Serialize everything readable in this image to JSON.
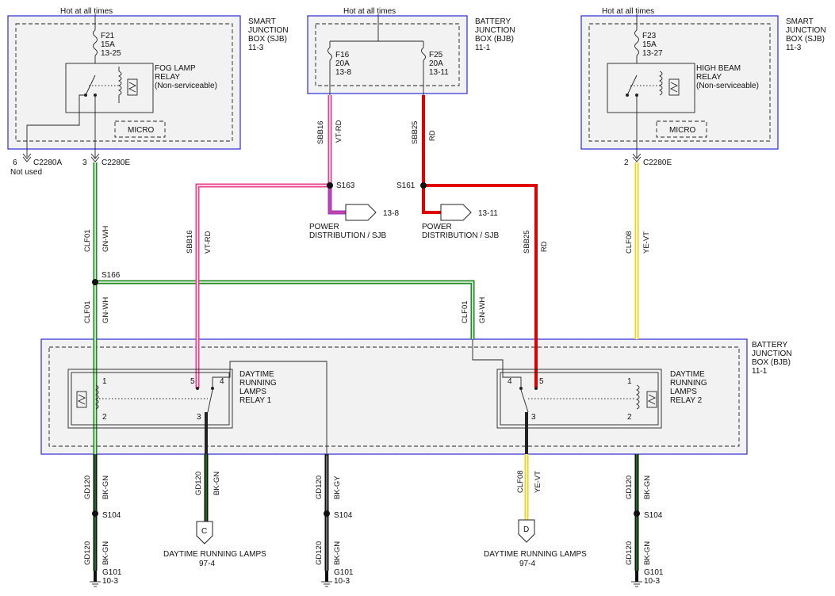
{
  "colors": {
    "green": "#1f8a1f",
    "white": "#ffffff",
    "red": "#e00000",
    "pink": "#e8408a",
    "violet": "#9b3fc4",
    "yellow": "#f2d21b",
    "black": "#111111",
    "gray": "#8a8a8a",
    "box_border": "#2a2ad6"
  },
  "labels": {
    "hot1": "Hot at all times",
    "hot2": "Hot at all times",
    "hot3": "Hot at all times",
    "sjb1": [
      "SMART",
      "JUNCTION",
      "BOX (SJB)",
      "11-3"
    ],
    "sjb2": [
      "SMART",
      "JUNCTION",
      "BOX (SJB)",
      "11-3"
    ],
    "bjb_top": [
      "BATTERY",
      "JUNCTION",
      "BOX (BJB)",
      "11-1"
    ],
    "bjb_main": [
      "BATTERY",
      "JUNCTION",
      "BOX (BJB)",
      "11-1"
    ],
    "f21": [
      "F21",
      "15A",
      "13-25"
    ],
    "f23": [
      "F23",
      "15A",
      "13-27"
    ],
    "f16": [
      "F16",
      "20A",
      "13-8"
    ],
    "f25": [
      "F25",
      "20A",
      "13-11"
    ],
    "fog_relay": [
      "FOG LAMP",
      "RELAY",
      "(Non-serviceable)"
    ],
    "hb_relay": [
      "HIGH BEAM",
      "RELAY",
      "(Non-serviceable)"
    ],
    "micro1": "MICRO",
    "micro2": "MICRO",
    "c2280a_pin": "6",
    "c2280a": "C2280A",
    "not_used": "Not used",
    "c2280e_pin1": "3",
    "c2280e_1": "C2280E",
    "c2280e_pin2": "2",
    "c2280e_2": "C2280E",
    "s163": "S163",
    "s161": "S161",
    "s166": "S166",
    "pd1_ref": "13-8",
    "pd2_ref": "13-11",
    "pd1": "POWER",
    "pd1b": "DISTRIBUTION / SJB",
    "pd2": "POWER",
    "pd2b": "DISTRIBUTION / SJB",
    "w_sbb16_top": "SBB16",
    "w_vtrd_top": "VT-RD",
    "w_sbb25_top": "SBB25",
    "w_rd_top": "RD",
    "w_clf01_a": "CLF01",
    "w_gnwh_a": "GN-WH",
    "w_sbb16_mid": "SBB16",
    "w_vtrd_mid": "VT-RD",
    "w_sbb25_mid": "SBB25",
    "w_rd_mid": "RD",
    "w_clf08_top": "CLF08",
    "w_yevt_top": "YE-VT",
    "w_clf01_b": "CLF01",
    "w_gnwh_b": "GN-WH",
    "w_clf01_c": "CLF01",
    "w_gnwh_c": "GN-WH",
    "drl1": [
      "DAYTIME",
      "RUNNING",
      "LAMPS",
      "RELAY 1"
    ],
    "drl2": [
      "DAYTIME",
      "RUNNING",
      "LAMPS",
      "RELAY 2"
    ],
    "r1_pins": [
      "1",
      "2",
      "5",
      "4",
      "3"
    ],
    "r2_pins": [
      "4",
      "5",
      "3",
      "1",
      "2"
    ],
    "g_gd120_1": "GD120",
    "g_bkgn_1": "BK-GN",
    "g_gd120_2": "GD120",
    "g_bkgn_2": "BK-GN",
    "g_gd120_3": "GD120",
    "g_bkgn_3": "BK-GN",
    "g_gd120_4": "GD120",
    "g_bkgy_4": "BK-GY",
    "g_gd120_5": "GD120",
    "g_bkgn_5": "BK-GN",
    "g_clf08": "CLF08",
    "g_yevt": "YE-VT",
    "g_gd120_6": "GD120",
    "g_bkgn_6": "BK-GN",
    "g_gd120_7": "GD120",
    "g_bkgn_7": "BK-GN",
    "s104_1": "S104",
    "s104_2": "S104",
    "s104_3": "S104",
    "conn_c": "C",
    "conn_d": "D",
    "drl_lamps_1": "DAYTIME RUNNING LAMPS",
    "drl_lamps_1_ref": "97-4",
    "drl_lamps_2": "DAYTIME RUNNING LAMPS",
    "drl_lamps_2_ref": "97-4",
    "g101_1": "G101",
    "g101_1_ref": "10-3",
    "g101_2": "G101",
    "g101_2_ref": "10-3",
    "g101_3": "G101",
    "g101_3_ref": "10-3"
  }
}
